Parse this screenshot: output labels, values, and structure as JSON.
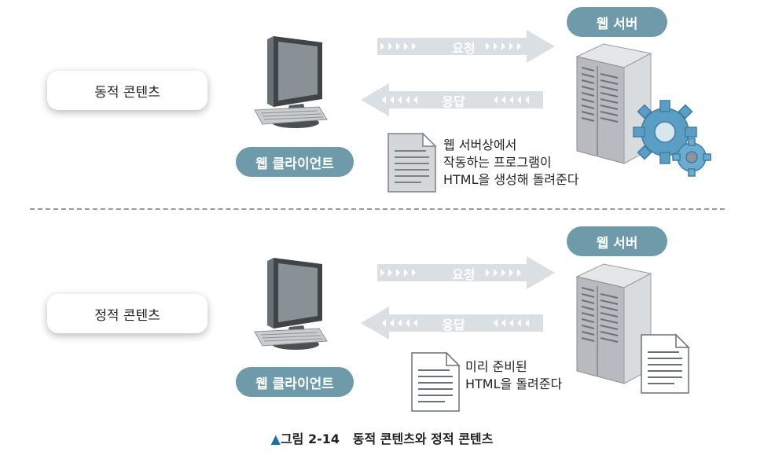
{
  "dynamic": {
    "content_label": "동적 콘텐츠",
    "server_label": "웹 서버",
    "client_label": "웹 클라이언트",
    "request_label": "요청",
    "response_label": "응답",
    "note_lines": [
      "웹 서버상에서",
      "작동하는 프로그램이",
      "HTML을 생성해 돌려준다"
    ]
  },
  "static": {
    "content_label": "정적 콘텐츠",
    "server_label": "웹 서버",
    "client_label": "웹 클라이언트",
    "request_label": "요청",
    "response_label": "응답",
    "note_lines": [
      "미리 준비된",
      "HTML을 돌려준다"
    ]
  },
  "caption": {
    "marker": "▲",
    "number": "그림 2-14",
    "title": "동적 콘텐츠와 정적 콘텐츠"
  },
  "colors": {
    "pill": "#6e9aaa",
    "arrow": "#d9dfe3",
    "chevron": "#ffffff",
    "gear": "#5a9ec4"
  },
  "icons": [
    "monitor-icon",
    "keyboard-icon",
    "server-tower-icon",
    "gear-icon",
    "document-icon",
    "chevron-icon"
  ]
}
